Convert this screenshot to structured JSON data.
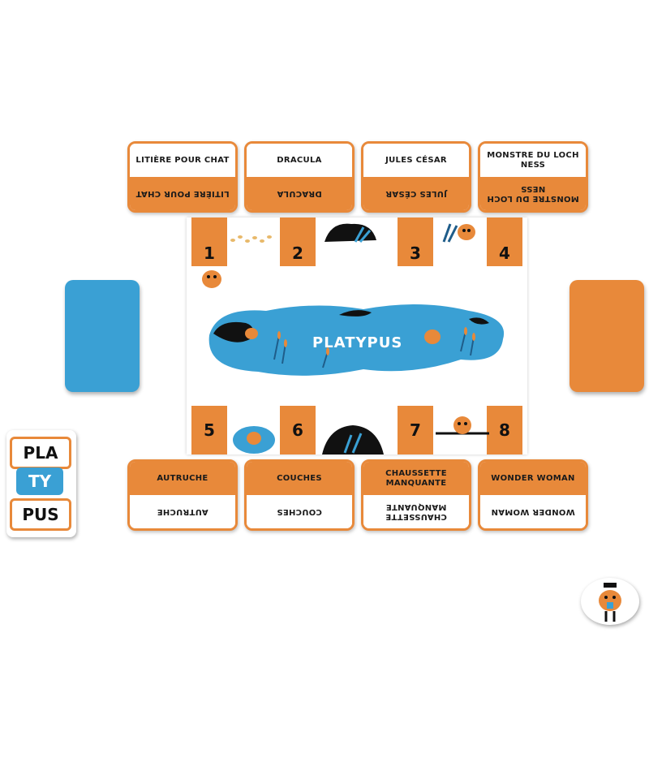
{
  "top_cards": [
    {
      "word": "LITIÈRE POUR CHAT"
    },
    {
      "word": "DRACULA"
    },
    {
      "word": "JULES CÉSAR"
    },
    {
      "word": "MONSTRE DU LOCH NESS"
    }
  ],
  "bottom_cards": [
    {
      "word": "AUTRUCHE"
    },
    {
      "word": "COUCHES"
    },
    {
      "word": "CHAUSSETTE MANQUANTE"
    },
    {
      "word": "WONDER WOMAN"
    }
  ],
  "board": {
    "title": "PLATYPUS",
    "slots_top": [
      "1",
      "2",
      "3",
      "4"
    ],
    "slots_bottom": [
      "5",
      "6",
      "7",
      "8"
    ]
  },
  "logo": {
    "line1": "PLA",
    "line2": "TY",
    "line3": "PUS"
  },
  "colors": {
    "orange": "#e8893a",
    "blue": "#3aa0d4",
    "dark": "#1a1a1a"
  },
  "icons": [
    "platypus-mascot-icon",
    "reeds-icon",
    "footprints-icon"
  ]
}
